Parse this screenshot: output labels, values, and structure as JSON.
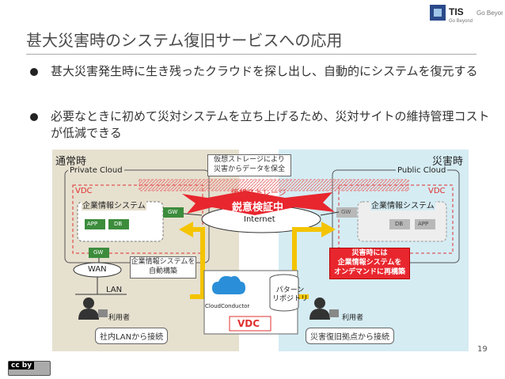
{
  "slide": {
    "title": "甚大災害時のシステム復旧サービスへの応用",
    "bullets": [
      "甚大災害発生時に生き残ったクラウドを探し出し、自動的にシステムを復元する",
      "必要なときに初めて災対システムを立ち上げるため、災対サイトの維持管理コストが低減できる"
    ],
    "page_number": "19",
    "logo_text": "TIS",
    "logo_sub": "Go Beyond",
    "license": "cc by"
  },
  "diagram": {
    "normal_label": "通常時",
    "disaster_label": "災害時",
    "private_cloud": "Private Cloud",
    "public_cloud": "Public Cloud",
    "vdc_left": "VDC",
    "vdc_right": "VDC",
    "vdc_center": "VDC",
    "system_left": "企業情報システム",
    "system_right": "企業情報システム",
    "app_left": "APP",
    "db_left": "DB",
    "app_right": "APP",
    "db_right": "DB",
    "gw": "GW",
    "wan": "WAN",
    "lan": "LAN",
    "internet": "Internet",
    "virtual_storage": "仮想ストレージ",
    "verification_banner": "鋭意検証中",
    "callout_top": "仮想ストレージにより\n災害からデータを保全",
    "callout_auto": "企業情報システムを\n自動構築",
    "callout_red": "災害時には\n企業情報システムを\nオンデマンドに再構築",
    "pattern_repo": "パターン\nリポジトリ",
    "cloudconductor": "CloudConductor",
    "user_left": "利用者",
    "user_right": "利用者",
    "access_left": "社内LANから接続",
    "access_right": "災害復旧拠点から接続",
    "colors": {
      "normal_bg": "#e6e0cf",
      "disaster_bg": "#d5ecf3",
      "red": "#e8262e",
      "vdc_red": "#e03030",
      "arrow_yellow": "#f4c400"
    }
  }
}
